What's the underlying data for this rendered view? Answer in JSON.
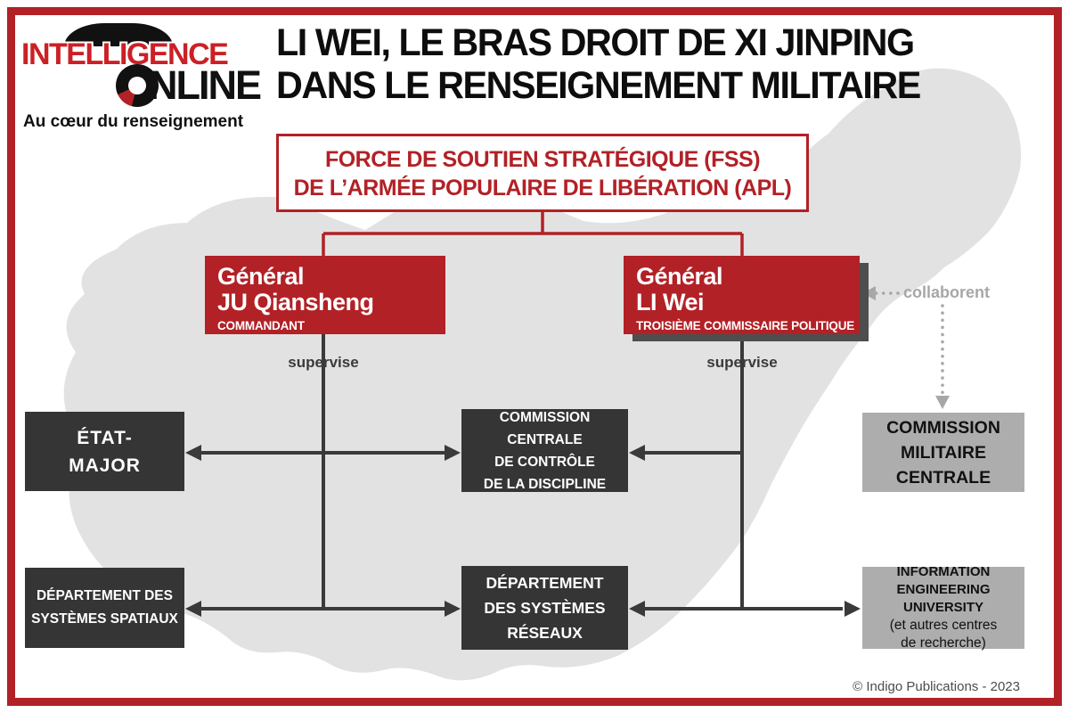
{
  "colors": {
    "accent_red": "#b22126",
    "brand_red": "#cb2026",
    "dark_box": "#353535",
    "gray_box": "#adadad",
    "map_gray": "#e2e2e2",
    "dotted_gray": "#a7a7a7"
  },
  "brand": {
    "logo_line1": "INTELLIGENCE",
    "logo_line2": "ONLINE",
    "tagline": "Au cœur du renseignement"
  },
  "title": {
    "line1": "LI WEI, LE BRAS DROIT DE XI JINPING",
    "line2": "DANS LE RENSEIGNEMENT MILITAIRE"
  },
  "org": {
    "root": {
      "line1": "FORCE DE SOUTIEN STRATÉGIQUE (FSS)",
      "line2": "DE L’ARMÉE POPULAIRE DE LIBÉRATION (APL)"
    },
    "ju": {
      "rank": "Général",
      "name": "JU Qiansheng",
      "role": "COMMANDANT"
    },
    "li": {
      "rank": "Général",
      "name": "LI Wei",
      "role": "TROISIÈME COMMISSAIRE POLITIQUE"
    },
    "labels": {
      "supervise_left": "supervise",
      "supervise_right": "supervise",
      "collaborent": "collaborent"
    },
    "etat_major": {
      "l1": "ÉTAT-",
      "l2": "MAJOR"
    },
    "ccd": {
      "l1": "COMMISSION CENTRALE",
      "l2": "DE CONTRÔLE",
      "l3": "DE LA DISCIPLINE"
    },
    "dss": {
      "l1": "DÉPARTEMENT DES",
      "l2": "SYSTÈMES SPATIAUX"
    },
    "dsr": {
      "l1": "DÉPARTEMENT",
      "l2": "DES SYSTÈMES",
      "l3": "RÉSEAUX"
    },
    "cmc": {
      "l1": "COMMISSION",
      "l2": "MILITAIRE",
      "l3": "CENTRALE"
    },
    "ieu": {
      "l1": "INFORMATION",
      "l2": "ENGINEERING UNIVERSITY",
      "l3": "(et autres centres",
      "l4": "de recherche)"
    }
  },
  "footer": {
    "copyright": "© Indigo Publications - 2023"
  }
}
